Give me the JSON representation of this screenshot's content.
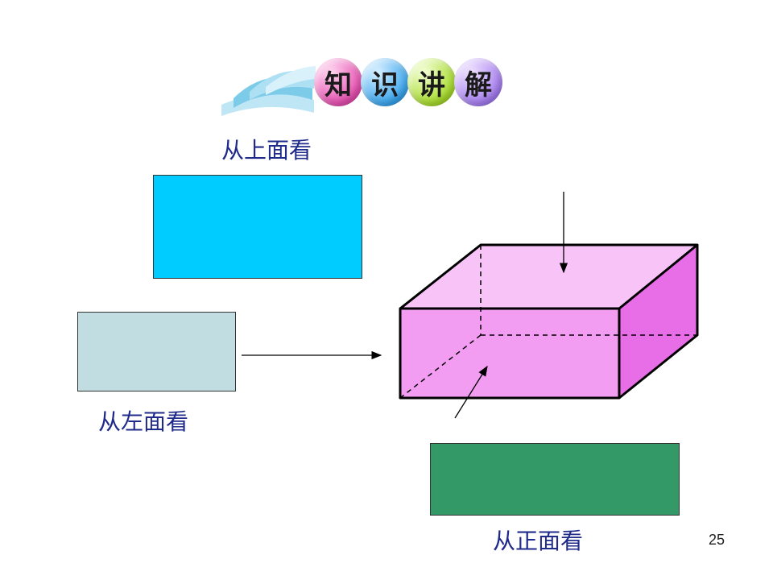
{
  "header": {
    "title_chars": [
      "知",
      "识",
      "讲",
      "解"
    ],
    "icon": "open-book-icon"
  },
  "views": {
    "top": {
      "label": "从上面看",
      "color": "#00ccff"
    },
    "left": {
      "label": "从左面看",
      "color": "#c2dde2"
    },
    "front": {
      "label": "从正面看",
      "color": "#339966"
    }
  },
  "cuboid": {
    "front_color": "#f29cf2",
    "top_color": "#f8c4f8",
    "side_color": "#e86ee8"
  },
  "page_number": "25"
}
